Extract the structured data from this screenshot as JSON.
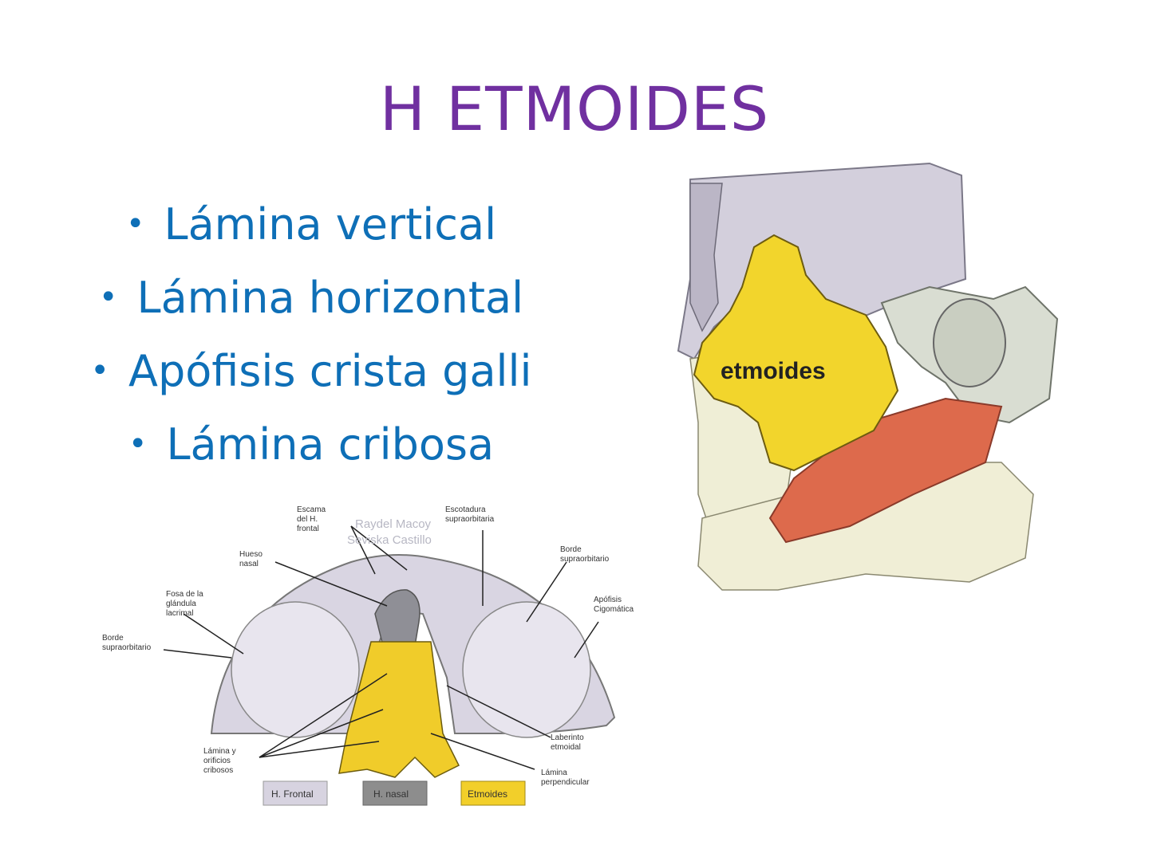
{
  "slide": {
    "title": "H ETMOIDES",
    "bullets": [
      "Lámina vertical",
      "Lámina horizontal",
      "Apófisis crista galli",
      "Lámina cribosa"
    ]
  },
  "side_figure": {
    "label": "etmoides"
  },
  "front_figure": {
    "watermark": [
      "Raydel Macoy",
      "Seviska Castillo"
    ],
    "labels": {
      "escama": [
        "Escama",
        "del H.",
        "frontal"
      ],
      "escotadura": [
        "Escotadura",
        "supraorbitaria"
      ],
      "hueso_nasal": [
        "Hueso",
        "nasal"
      ],
      "borde_sup_right": [
        "Borde",
        "supraorbitario"
      ],
      "fosa": [
        "Fosa de la",
        "glándula",
        "lacrimal"
      ],
      "apofisis": [
        "Apófisis",
        "Cigomática"
      ],
      "borde_sup_left": [
        "Borde",
        "supraorbitario"
      ],
      "laberinto": [
        "Laberinto",
        "etmoidal"
      ],
      "lamina_cribosa": [
        "Lámina y",
        "orificios",
        "cribosos"
      ],
      "lamina_perp": [
        "Lámina",
        "perpendicular"
      ]
    },
    "legend": [
      "H. Frontal",
      "H. nasal",
      "Etmoides"
    ],
    "legend_colors": [
      "#d7d3e0",
      "#8d8d8d",
      "#f2cf2a"
    ]
  }
}
